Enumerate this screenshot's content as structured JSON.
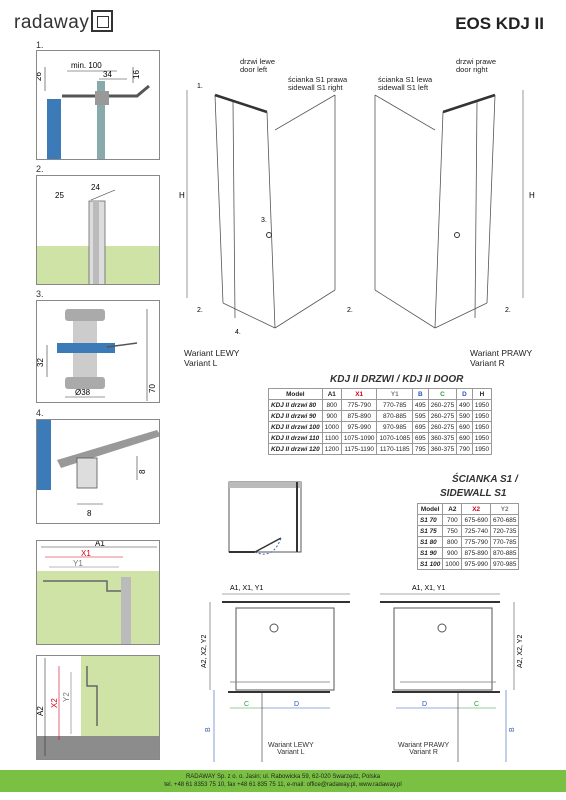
{
  "header": {
    "brand": "radaway",
    "model": "EOS KDJ II"
  },
  "left_panels": {
    "p1": {
      "num": "1.",
      "dims": [
        "min. 100",
        "34",
        "26",
        "16"
      ]
    },
    "p2": {
      "num": "2.",
      "dims": [
        "25",
        "24"
      ]
    },
    "p3": {
      "num": "3.",
      "dims": [
        "32",
        "Ø38",
        "70"
      ]
    },
    "p4": {
      "num": "4.",
      "dims": [
        "8",
        "8"
      ]
    },
    "p5": {
      "dims": [
        "A1",
        "X1",
        "Y1"
      ]
    },
    "p6": {
      "dims": [
        "A2",
        "X2",
        "Y2"
      ]
    }
  },
  "top_diagrams": {
    "left": {
      "door_label": "drzwi lewe\ndoor left",
      "wall_label": "ścianka S1 prawa\nsidewall S1 right",
      "variant": "Wariant LEWY\nVariant L",
      "h": "H",
      "m1": "1.",
      "m2": "2.",
      "m3": "3.",
      "m4": "4."
    },
    "right": {
      "door_label": "drzwi prawe\ndoor right",
      "wall_label": "ścianka S1 lewa\nsidewall S1 left",
      "variant": "Wariant PRAWY\nVariant R",
      "h": "H",
      "m2": "2."
    }
  },
  "door_table": {
    "title": "KDJ II DRZWI / KDJ II DOOR",
    "headers": [
      "Model",
      "A1",
      "X1",
      "Y1",
      "B",
      "C",
      "D",
      "H"
    ],
    "rows": [
      [
        "KDJ II drzwi 80",
        "800",
        "775-790",
        "770-785",
        "495",
        "260-275",
        "490",
        "1950"
      ],
      [
        "KDJ II drzwi 90",
        "900",
        "875-890",
        "870-885",
        "595",
        "260-275",
        "590",
        "1950"
      ],
      [
        "KDJ II drzwi 100",
        "1000",
        "975-990",
        "970-985",
        "695",
        "260-275",
        "690",
        "1950"
      ],
      [
        "KDJ II drzwi 110",
        "1100",
        "1075-1090",
        "1070-1085",
        "695",
        "360-375",
        "690",
        "1950"
      ],
      [
        "KDJ II drzwi 120",
        "1200",
        "1175-1190",
        "1170-1185",
        "795",
        "360-375",
        "790",
        "1950"
      ]
    ]
  },
  "wall_table": {
    "title1": "ŚCIANKA S1 /",
    "title2": "SIDEWALL S1",
    "headers": [
      "Model",
      "A2",
      "X2",
      "Y2"
    ],
    "rows": [
      [
        "S1 70",
        "700",
        "675-690",
        "670-685"
      ],
      [
        "S1 75",
        "750",
        "725-740",
        "720-735"
      ],
      [
        "S1 80",
        "800",
        "775-790",
        "770-785"
      ],
      [
        "S1 90",
        "900",
        "875-890",
        "870-885"
      ],
      [
        "S1 100",
        "1000",
        "975-990",
        "970-985"
      ]
    ]
  },
  "plan_diagrams": {
    "left": {
      "top": "A1, X1, Y1",
      "side": "A2, X2, Y2",
      "c": "C",
      "d": "D",
      "b": "B",
      "variant": "Wariant LEWY\nVariant L"
    },
    "right": {
      "top": "A1, X1, Y1",
      "side": "A2, X2, Y2",
      "c": "C",
      "d": "D",
      "b": "B",
      "variant": "Wariant PRAWY\nVariant R"
    }
  },
  "footer": {
    "line1": "RADAWAY Sp. z o. o. Jasin; ul. Rabowicka 59, 62-020 Swarzędz, Polska",
    "line2": "tel. +48 61 8353 75 10, fax +48 61 835 75 11, e-mail: office@radaway.pl, www.radaway.pl"
  },
  "colors": {
    "accent_green": "#7ac143",
    "wall_green": "#cfe3a6",
    "x_red": "#d0021b",
    "b_blue": "#3a5fb0",
    "c_green": "#2e9a3a",
    "d_blue": "#2a55b8"
  }
}
